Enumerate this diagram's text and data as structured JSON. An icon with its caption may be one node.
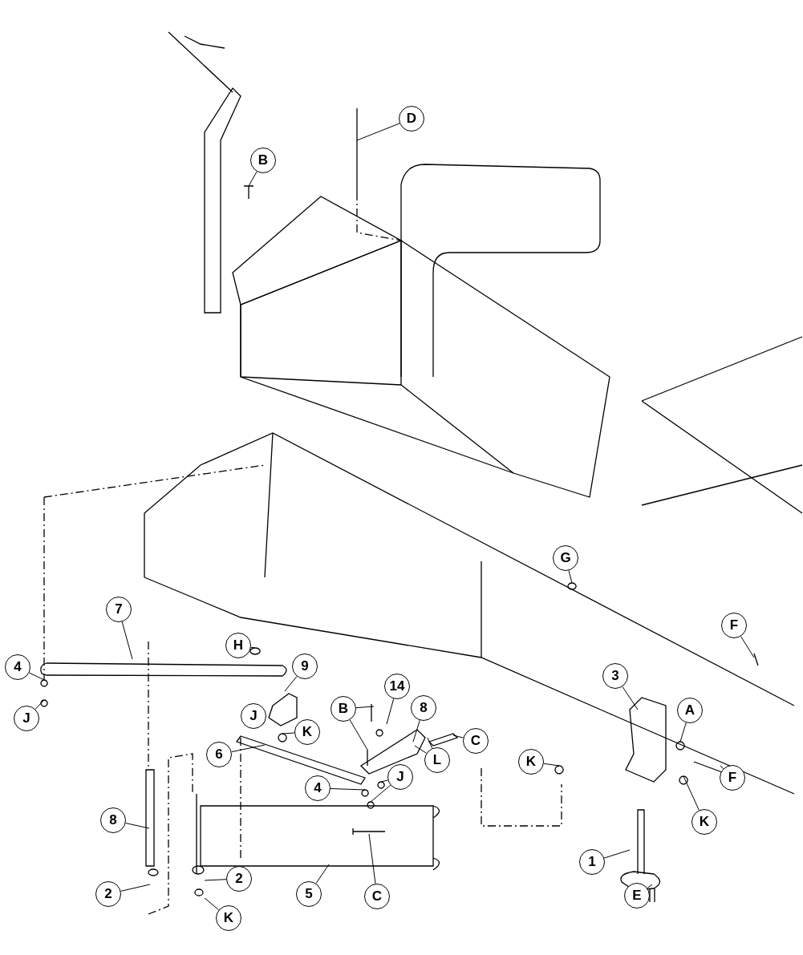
{
  "diagram": {
    "nodes": [
      {
        "text": [
          "D"
        ]
      },
      {
        "text": [
          "B"
        ]
      },
      {
        "text": [
          "G"
        ]
      },
      {
        "text": [
          "F"
        ]
      },
      {
        "text": [
          "7"
        ]
      },
      {
        "text": [
          "H"
        ]
      },
      {
        "text": [
          "4"
        ]
      },
      {
        "text": [
          "9"
        ]
      },
      {
        "text": [
          "J"
        ]
      },
      {
        "text": [
          "J"
        ]
      },
      {
        "text": [
          "B"
        ]
      },
      {
        "text": [
          "14"
        ]
      },
      {
        "text": [
          "8"
        ]
      },
      {
        "text": [
          "3"
        ]
      },
      {
        "text": [
          "K"
        ]
      },
      {
        "text": [
          "A"
        ]
      },
      {
        "text": [
          "C"
        ]
      },
      {
        "text": [
          "L"
        ]
      },
      {
        "text": [
          "K"
        ]
      },
      {
        "text": [
          "F"
        ]
      },
      {
        "text": [
          "6"
        ]
      },
      {
        "text": [
          "4"
        ]
      },
      {
        "text": [
          "J"
        ]
      },
      {
        "text": [
          "K"
        ]
      },
      {
        "text": [
          "8"
        ]
      },
      {
        "text": [
          "1"
        ]
      },
      {
        "text": [
          "2"
        ]
      },
      {
        "text": [
          "2"
        ]
      },
      {
        "text": [
          "5"
        ]
      },
      {
        "text": [
          "C"
        ]
      },
      {
        "text": [
          "E"
        ]
      },
      {
        "text": [
          "K"
        ]
      }
    ],
    "edges": [
      {
        "from": 0,
        "to": null,
        "arrow": "none"
      },
      {
        "from": 1,
        "to": null,
        "arrow": "none"
      },
      {
        "from": 2,
        "to": null,
        "arrow": "none"
      },
      {
        "from": 3,
        "to": null,
        "arrow": "none"
      },
      {
        "from": 4,
        "to": null,
        "arrow": "none"
      },
      {
        "from": 5,
        "to": null,
        "arrow": "none"
      },
      {
        "from": 6,
        "to": null,
        "arrow": "none"
      },
      {
        "from": 7,
        "to": null,
        "arrow": "none"
      },
      {
        "from": 8,
        "to": null,
        "arrow": "none"
      },
      {
        "from": 9,
        "to": null,
        "arrow": "none"
      },
      {
        "from": 10,
        "to": null,
        "arrow": "none"
      },
      {
        "from": 10,
        "to": null,
        "arrow": "none"
      },
      {
        "from": 11,
        "to": null,
        "arrow": "none"
      },
      {
        "from": 12,
        "to": null,
        "arrow": "none"
      },
      {
        "from": 13,
        "to": null,
        "arrow": "none"
      },
      {
        "from": 14,
        "to": null,
        "arrow": "none"
      },
      {
        "from": 15,
        "to": null,
        "arrow": "none"
      },
      {
        "from": 16,
        "to": null,
        "arrow": "none"
      },
      {
        "from": 17,
        "to": null,
        "arrow": "none"
      },
      {
        "from": 17,
        "to": null,
        "arrow": "none"
      },
      {
        "from": 18,
        "to": null,
        "arrow": "none"
      },
      {
        "from": 19,
        "to": null,
        "arrow": "none"
      },
      {
        "from": 20,
        "to": null,
        "arrow": "none"
      },
      {
        "from": 21,
        "to": null,
        "arrow": "none"
      },
      {
        "from": 22,
        "to": null,
        "arrow": "none"
      },
      {
        "from": 22,
        "to": null,
        "arrow": "none"
      },
      {
        "from": 23,
        "to": null,
        "arrow": "none"
      },
      {
        "from": 24,
        "to": null,
        "arrow": "none"
      },
      {
        "from": 25,
        "to": null,
        "arrow": "none"
      },
      {
        "from": 26,
        "to": null,
        "arrow": "none"
      },
      {
        "from": 27,
        "to": null,
        "arrow": "none"
      },
      {
        "from": 28,
        "to": null,
        "arrow": "none"
      },
      {
        "from": 29,
        "to": null,
        "arrow": "none"
      },
      {
        "from": 30,
        "to": null,
        "arrow": "none"
      },
      {
        "from": 31,
        "to": null,
        "arrow": "none"
      }
    ]
  }
}
